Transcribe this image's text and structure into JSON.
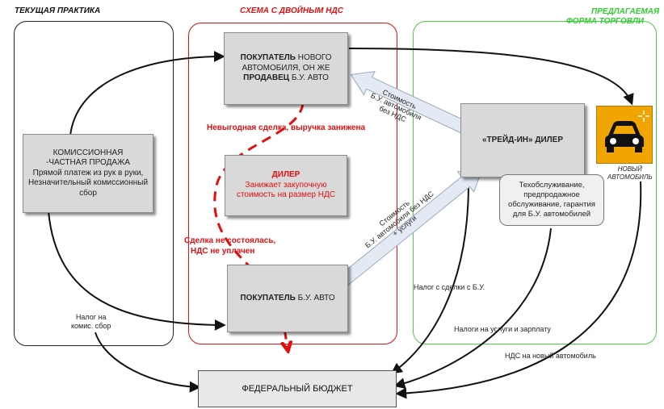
{
  "sections": {
    "current_title": "ТЕКУЩАЯ ПРАКТИКА",
    "double_vat_title": "СХЕМА С ДВОЙНЫМ НДС",
    "proposed_title_1": "ПРЕДЛАГАЕМАЯ",
    "proposed_title_2": "ФОРМА ТОРГОВЛИ"
  },
  "nodes": {
    "private_sale": {
      "line1": "КОМИССИОННАЯ",
      "line2": "-ЧАСТНАЯ ПРОДАЖА",
      "line3": "Прямой платеж из рук в руки,",
      "line4": "Незначительный комиссионный",
      "line5": "сбор"
    },
    "new_car_buyer": {
      "bold1": "ПОКУПАТЕЛЬ",
      "rest1": " НОВОГО",
      "line2": "АВТОМОБИЛЯ, ОН ЖЕ",
      "bold3": "ПРОДАВЕЦ",
      "rest3": " Б.У. АВТО"
    },
    "dealer": {
      "title": "ДИЛЕР",
      "line2": "Занижает закупочную",
      "line3": "стоимость на размер НДС"
    },
    "used_car_buyer": {
      "bold": "ПОКУПАТЕЛЬ",
      "rest": " Б.У. АВТО"
    },
    "tradein_dealer": "«ТРЕЙД-ИН» ДИЛЕР",
    "services": {
      "line1": "Техобслуживание,",
      "line2": "предпродажное",
      "line3": "обслуживание, гарантия",
      "line4": "для Б.У. автомобилей"
    },
    "new_car_label_1": "НОВЫЙ",
    "new_car_label_2": "АВТОМОБИЛЬ",
    "federal_budget": "ФЕДЕРАЛЬНЫЙ БЮДЖЕТ"
  },
  "labels": {
    "bad_deal": "Невыгодная сделка, выручка занижена",
    "deal_failed_1": "Сделка не состоялась,",
    "deal_failed_2": "НДС не уплачен",
    "commission_tax_1": "Налог на",
    "commission_tax_2": "комис. сбор",
    "used_deal_tax": "Налог с сделки с Б.У.",
    "services_tax": "Налоги на услуги и зарплату",
    "new_car_vat": "НДС на новый автомобиль",
    "arrow_upper_1": "Стоимость",
    "arrow_upper_2": "Б.У. автомобиля",
    "arrow_upper_3": "без НДС",
    "arrow_lower_1": "Стоимость",
    "arrow_lower_2": "Б.У. автомобиля без НДС",
    "arrow_lower_3": "+ услуги"
  },
  "colors": {
    "current_border": "#222222",
    "double_vat_border": "#e01010",
    "proposed_border": "#4ccc4c",
    "car_icon_bg": "#f0a500"
  },
  "icons": [
    "car-icon",
    "sparkle-icon"
  ]
}
